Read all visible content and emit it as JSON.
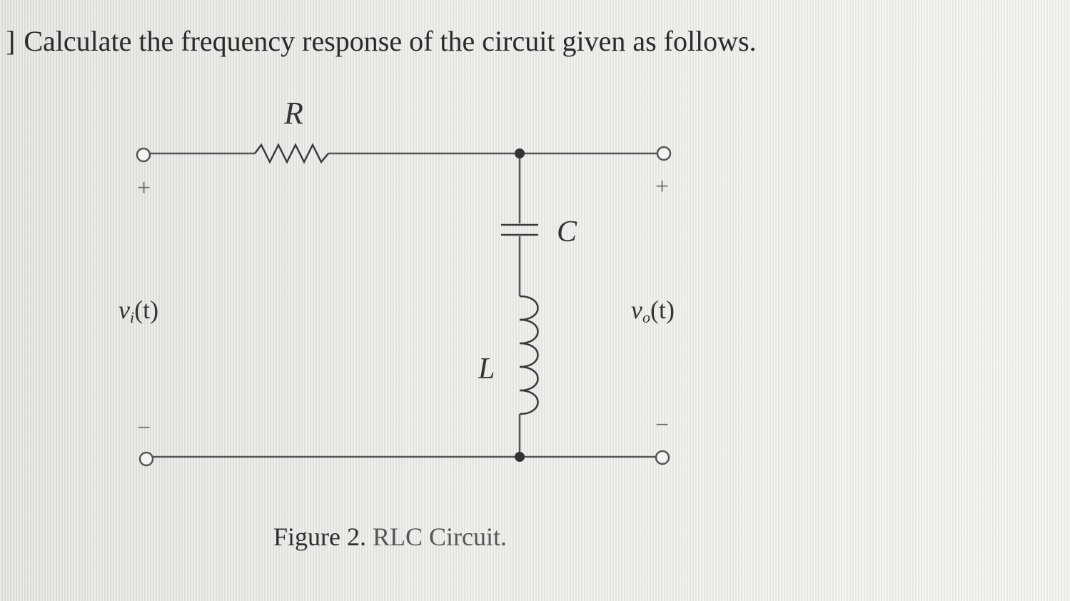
{
  "problem": {
    "marker": "]",
    "text": "Calculate the frequency response of the circuit given as follows."
  },
  "circuit": {
    "labels": {
      "resistor": "R",
      "capacitor": "C",
      "inductor": "L",
      "input_voltage": "v",
      "input_subscript": "i",
      "output_voltage": "v",
      "output_subscript": "o",
      "time_arg": "(t)"
    },
    "signs": {
      "input_plus": "+",
      "input_minus": "−",
      "output_plus": "+",
      "output_minus": "−"
    }
  },
  "caption": {
    "figure": "Figure 2.",
    "title": "RLC Circuit."
  },
  "colors": {
    "wire": "#555555",
    "node": "#333333",
    "text": "#2b2b2b"
  }
}
